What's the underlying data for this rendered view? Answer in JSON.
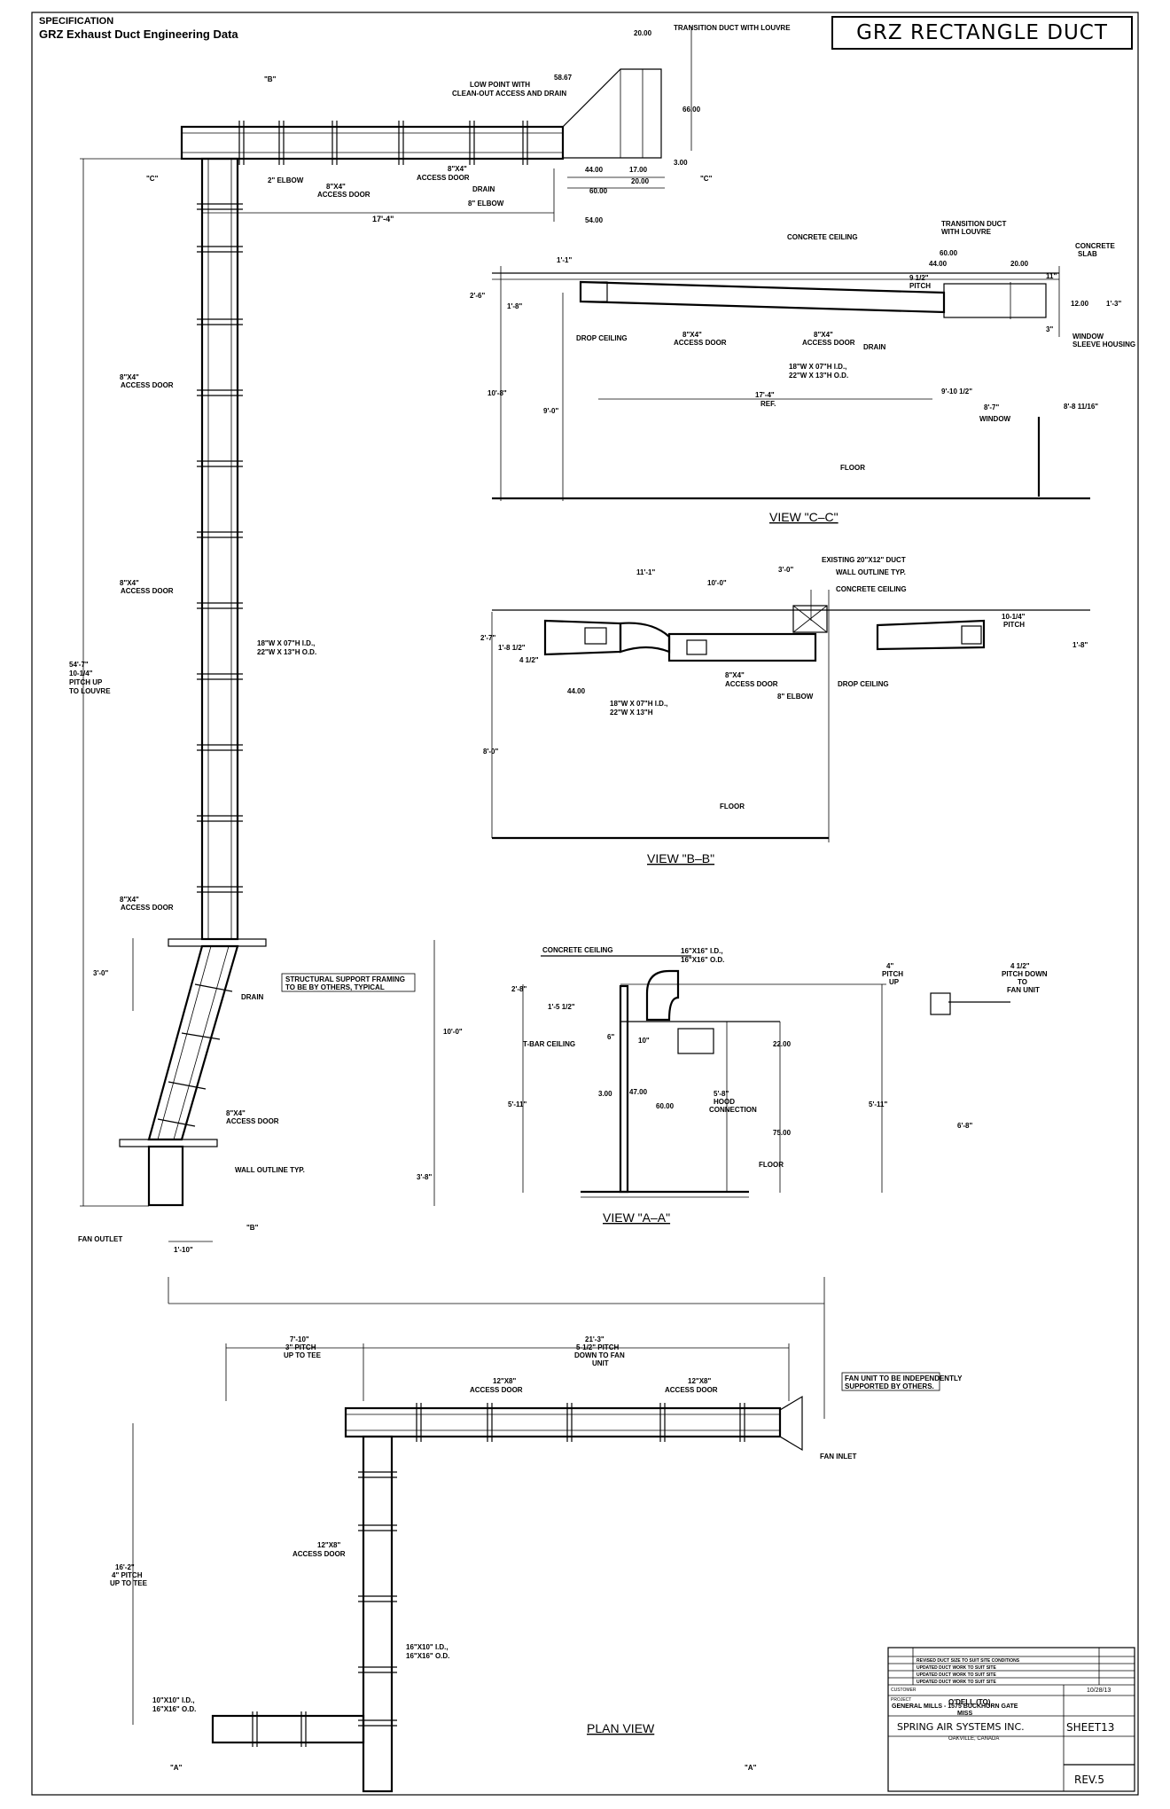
{
  "header": {
    "spec_label": "SPECIFICATION",
    "doc_title": "GRZ Exhaust Duct Engineering Data",
    "sheet_title": "GRZ RECTANGLE DUCT"
  },
  "views": {
    "cc": "VIEW \"C–C\"",
    "bb": "VIEW \"B–B\"",
    "aa": "VIEW \"A–A\"",
    "plan": "PLAN VIEW"
  },
  "elevation": {
    "transition": "TRANSITION DUCT WITH LOUVRE",
    "low_point_1": "LOW POINT WITH",
    "low_point_2": "CLEAN-OUT ACCESS AND DRAIN",
    "elbow2": "2\" ELBOW",
    "access_door_top": "8\"X4\"",
    "access_door_top2": "ACCESS DOOR",
    "access_door_right": "8\"X4\"",
    "access_door_right2": "ACCESS DOOR",
    "drain": "DRAIN",
    "elbow8": "8\" ELBOW",
    "dim_20a": "20.00",
    "dim_66": "66.00",
    "dim_3": "3.00",
    "dim_44": "44.00",
    "dim_17": "17.00",
    "dim_20b": "20.00",
    "dim_60": "60.00",
    "dim_58": "58.67",
    "dim_54": "54.00",
    "dim_17_4": "17'-4\"",
    "mark_b": "\"B\"",
    "mark_c": "\"C\"",
    "mark_c2": "\"C\"",
    "ad1a": "8\"X4\"",
    "ad1b": "ACCESS DOOR",
    "ad2a": "8\"X4\"",
    "ad2b": "ACCESS DOOR",
    "ad3a": "8\"X4\"",
    "ad3b": "ACCESS DOOR",
    "ad4a": "8\"X4\"",
    "ad4b": "ACCESS DOOR",
    "duct1": "18\"W X 07\"H I.D.,",
    "duct2": "22\"W X 13\"H O.D.",
    "pitch1": "54'-7\"",
    "pitch2": "10-1/4\"",
    "pitch3": "PITCH UP",
    "pitch4": "TO LOUVRE",
    "dim_3_0": "3'-0\"",
    "struct1": "STRUCTURAL SUPPORT FRAMING",
    "struct2": "TO BE BY OTHERS, TYPICAL",
    "drain2": "DRAIN",
    "dim_10_0": "10'-0\"",
    "wall": "WALL OUTLINE TYP.",
    "dim_3_8": "3'-8\"",
    "fan_outlet": "FAN OUTLET",
    "dim_1_10": "1'-10\"",
    "mark_b2": "\"B\""
  },
  "viewcc": {
    "concrete": "CONCRETE CEILING",
    "transition1": "TRANSITION DUCT",
    "transition2": "WITH LOUVRE",
    "slab1": "CONCRETE",
    "slab2": "SLAB",
    "d60": "60.00",
    "d44": "44.00",
    "d20": "20.00",
    "d11": "11\"",
    "d1_1": "1'-1\"",
    "d2_6": "2'-6\"",
    "d1_8": "1'-8\"",
    "pitch1": "9 1/2\"",
    "pitch2": "PITCH",
    "d12": "12.00",
    "d1_3": "1'-3\"",
    "d3": "3\"",
    "window": "WINDOW",
    "sleeve": "SLEEVE HOUSING",
    "drop": "DROP CEILING",
    "ad_a": "8\"X4\"",
    "ad_b": "ACCESS DOOR",
    "ad2_a": "8\"X4\"",
    "ad2_b": "ACCESS DOOR",
    "duct1": "18\"W X 07\"H I.D.,",
    "duct2": "22\"W X 13\"H O.D.",
    "drain": "DRAIN",
    "d17_4": "17'-4\"",
    "ref": "REF.",
    "d9_10": "9'-10 1/2\"",
    "d10_8": "10'-8\"",
    "d9_0": "9'-0\"",
    "d8_7": "8'-7\"",
    "window2": "WINDOW",
    "d8_8": "8'-8 11/16\"",
    "floor": "FLOOR"
  },
  "viewbb": {
    "d11_1": "11'-1\"",
    "d10_0": "10'-0\"",
    "d3_0": "3'-0\"",
    "existing": "EXISTING 20\"X12\" DUCT",
    "wall": "WALL OUTLINE TYP.",
    "concrete": "CONCRETE CEILING",
    "d2_7": "2'-7\"",
    "d1_8": "1'-8 1/2\"",
    "d4_1": "4 1/2\"",
    "pitch1": "10-1/4\"",
    "pitch2": "PITCH",
    "d1_8b": "1'-8\"",
    "d44": "44.00",
    "duct1": "18\"W X 07\"H I.D.,",
    "duct2": "22\"W X 13\"H",
    "ad_a": "8\"X4\"",
    "ad_b": "ACCESS DOOR",
    "elbow": "8\" ELBOW",
    "drop": "DROP CEILING",
    "d8_0": "8'-0\"",
    "floor": "FLOOR"
  },
  "viewaa": {
    "concrete": "CONCRETE CEILING",
    "id1": "16\"X16\" I.D.,",
    "id2": "16\"X16\" O.D.",
    "d2_8": "2'-8\"",
    "d1_5": "1'-5 1/2\"",
    "d6": "6\"",
    "d10": "10\"",
    "tbar": "T-BAR CEILING",
    "d22": "22.00",
    "d3": "3.00",
    "d47": "47.00",
    "d60": "60.00",
    "hood1": "5'-8\"",
    "hood2": "HOOD",
    "hood3": "CONNECTION",
    "d75": "75.00",
    "d5_11": "5'-11\"",
    "d5_11b": "5'-11\"",
    "d6_8": "6'-8\"",
    "floor": "FLOOR",
    "p4a": "4\"",
    "p4b": "PITCH",
    "p4c": "UP",
    "p4_1": "4 1/2\"",
    "p4_2": "PITCH DOWN",
    "p4_3": "TO",
    "p4_4": "FAN UNIT"
  },
  "plan": {
    "d7_10": "7'-10\"",
    "p3a": "3\" PITCH",
    "p3b": "UP TO TEE",
    "d21_3": "21'-3\"",
    "p5a": "5-1/2\" PITCH",
    "p5b": "DOWN TO FAN",
    "p5c": "UNIT",
    "ad1a": "12\"X8\"",
    "ad1b": "ACCESS DOOR",
    "ad2a": "12\"X8\"",
    "ad2b": "ACCESS DOOR",
    "fan_note1": "FAN UNIT TO BE INDEPENDENTLY",
    "fan_note2": "SUPPORTED BY OTHERS.",
    "fan_inlet": "FAN INLET",
    "ad3a": "12\"X8\"",
    "ad3b": "ACCESS DOOR",
    "d16_2": "16'-2\"",
    "p4a": "4\" PITCH",
    "p4b": "UP TO TEE",
    "id1a": "16\"X10\" I.D.,",
    "id1b": "16\"X16\" O.D.",
    "id2a": "10\"X10\" I.D.,",
    "id2b": "16\"X16\" O.D.",
    "mark_a": "\"A\"",
    "mark_a2": "\"A\""
  },
  "titleblock": {
    "rev1": "REVISED DUCT SIZE TO SUIT SITE CONDITIONS",
    "rev2": "UPDATED DUCT WORK TO SUIT SITE",
    "rev3": "UPDATED DUCT WORK TO SUIT SITE",
    "rev4": "UPDATED DUCT WORK TO SUIT SITE",
    "customer_label": "CUSTOMER",
    "customer": "O'DELL (TO)",
    "date": "10/28/13",
    "project_label": "PROJECT",
    "project": "GENERAL MILLS - 1575 BUCKHORN GATE",
    "project2": "MISS",
    "company": "SPRING AIR SYSTEMS INC.",
    "company_city": "OAKVILLE, CANADA",
    "sheet": "SHEET13",
    "rev": "REV.5"
  }
}
